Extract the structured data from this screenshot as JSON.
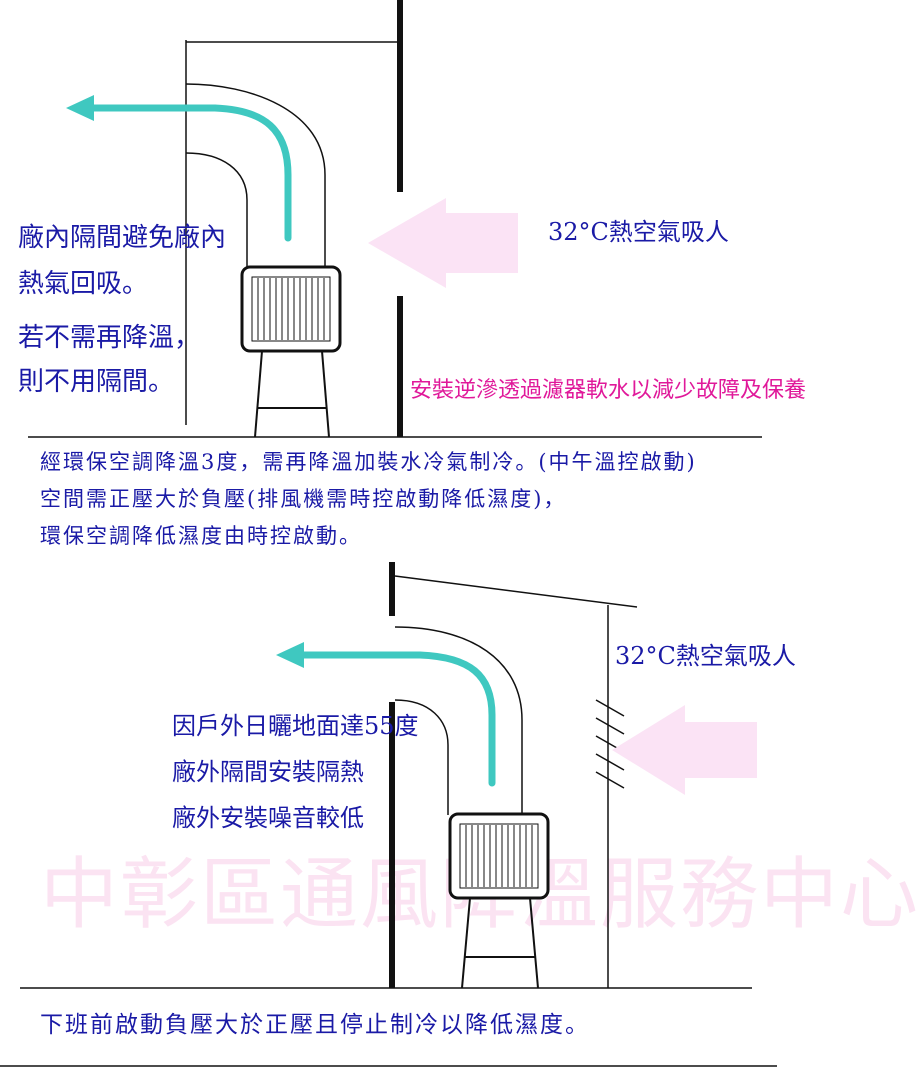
{
  "top": {
    "intake_label": "32°C熱空氣吸人",
    "left_note_lines": [
      "廠內隔間避免廠內",
      "熱氣回吸。",
      "若不需再降溫，",
      "則不用隔間。"
    ],
    "filter_note": "安裝逆滲透過濾器軟水以減少故障及保養",
    "explain_lines": [
      "經環保空調降溫3度，需再降溫加裝水冷氣制冷。(中午溫控啟動)",
      "空間需正壓大於負壓(排風機需時控啟動降低濕度)，",
      "環保空調降低濕度由時控啟動。"
    ]
  },
  "bottom": {
    "intake_label": "32°C熱空氣吸人",
    "roof_note_lines": [
      "因戶外日曬地面達55度",
      "廠外隔間安裝隔熱",
      "廠外安裝噪音較低"
    ],
    "footer_note": "下班前啟動負壓大於正壓且停止制冷以降低濕度。"
  },
  "watermark": "中彰區通風降溫服務中心",
  "colors": {
    "airflow_teal": "#3fc8c0",
    "intake_arrow_pink": "#fbe3f5",
    "text_blue": "#1a1aa6",
    "note_magenta": "#e0199a",
    "wall": "#111111"
  }
}
